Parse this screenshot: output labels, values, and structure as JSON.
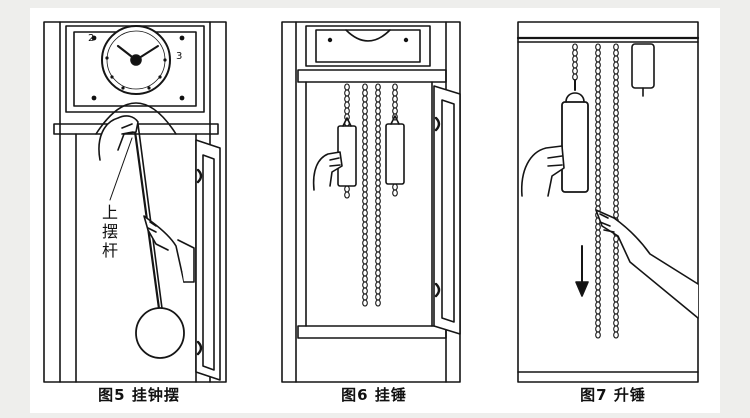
{
  "figures": [
    {
      "caption": "图5 挂钟摆",
      "annotation": "上摆杆"
    },
    {
      "caption": "图6 挂锤"
    },
    {
      "caption": "图7 升锤"
    }
  ],
  "clock_face_numerals": [
    "2",
    "3"
  ]
}
